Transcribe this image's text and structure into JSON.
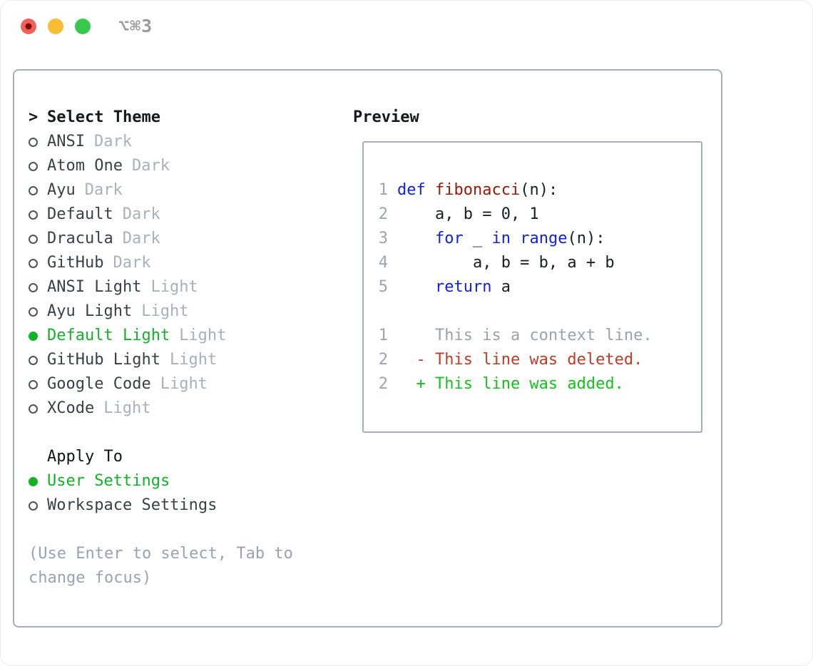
{
  "window": {
    "title": "⌥⌘3",
    "traffic_lights": [
      {
        "name": "close",
        "color": "#f3605a",
        "dot": "#7c0c04"
      },
      {
        "name": "minimize",
        "color": "#f6bd35",
        "dot": null
      },
      {
        "name": "zoom",
        "color": "#37c84c",
        "dot": null
      }
    ]
  },
  "theme_picker": {
    "prompt": ">",
    "title": "Select Theme",
    "items": [
      {
        "name": "ANSI",
        "variant": "Dark",
        "selected": false
      },
      {
        "name": "Atom One",
        "variant": "Dark",
        "selected": false
      },
      {
        "name": "Ayu",
        "variant": "Dark",
        "selected": false
      },
      {
        "name": "Default",
        "variant": "Dark",
        "selected": false
      },
      {
        "name": "Dracula",
        "variant": "Dark",
        "selected": false
      },
      {
        "name": "GitHub",
        "variant": "Dark",
        "selected": false
      },
      {
        "name": "ANSI Light",
        "variant": "Light",
        "selected": false
      },
      {
        "name": "Ayu Light",
        "variant": "Light",
        "selected": false
      },
      {
        "name": "Default Light",
        "variant": "Light",
        "selected": true
      },
      {
        "name": "GitHub Light",
        "variant": "Light",
        "selected": false
      },
      {
        "name": "Google Code",
        "variant": "Light",
        "selected": false
      },
      {
        "name": "XCode",
        "variant": "Light",
        "selected": false
      }
    ]
  },
  "apply_to": {
    "title": "Apply To",
    "options": [
      {
        "label": "User Settings",
        "selected": true
      },
      {
        "label": "Workspace Settings",
        "selected": false
      }
    ]
  },
  "help_text": "(Use Enter to select, Tab to change focus)",
  "preview": {
    "title": "Preview",
    "code_lines": [
      {
        "num": "1",
        "tokens": [
          {
            "text": "def",
            "style": "keyword"
          },
          {
            "text": " ",
            "style": "plain"
          },
          {
            "text": "fibonacci",
            "style": "function"
          },
          {
            "text": "(n):",
            "style": "plain"
          }
        ]
      },
      {
        "num": "2",
        "tokens": [
          {
            "text": "    a, b = 0, 1",
            "style": "plain"
          }
        ]
      },
      {
        "num": "3",
        "tokens": [
          {
            "text": "    ",
            "style": "plain"
          },
          {
            "text": "for",
            "style": "keyword"
          },
          {
            "text": " _ ",
            "style": "plain"
          },
          {
            "text": "in",
            "style": "keyword"
          },
          {
            "text": " ",
            "style": "plain"
          },
          {
            "text": "range",
            "style": "keyword"
          },
          {
            "text": "(n):",
            "style": "plain"
          }
        ]
      },
      {
        "num": "4",
        "tokens": [
          {
            "text": "        a, b = b, a + b",
            "style": "plain"
          }
        ]
      },
      {
        "num": "5",
        "tokens": [
          {
            "text": "    ",
            "style": "plain"
          },
          {
            "text": "return",
            "style": "keyword"
          },
          {
            "text": " a",
            "style": "plain"
          }
        ]
      }
    ],
    "diff_lines": [
      {
        "num": "1",
        "text": "    This is a context line.",
        "kind": "context"
      },
      {
        "num": "2",
        "text": "  - This line was deleted.",
        "kind": "deleted"
      },
      {
        "num": "2",
        "text": "  + This line was added.",
        "kind": "added"
      }
    ]
  },
  "colors": {
    "accent_green": "#12b227",
    "keyword_blue": "#0d1ff0",
    "function_red": "#a31507",
    "diff_deleted_red": "#c43a26",
    "diff_added_green": "#10c418",
    "muted_gray": "#a8b0bc",
    "border_gray": "#a6adb7"
  }
}
